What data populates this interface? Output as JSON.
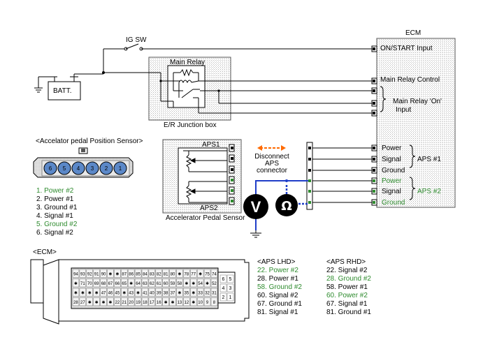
{
  "colors": {
    "green": "#2e8b2e",
    "blue": "#1f3ec8",
    "orange": "#ff6a00",
    "hatch": "#cfcfcf"
  },
  "labels": {
    "ig_sw": "IG SW",
    "batt": "BATT.",
    "main_relay": "Main Relay",
    "junction_box": "E/R Junction box",
    "ecm": "ECM",
    "aps_sensor_title": "<Accelator pedal Position Sensor>",
    "aps1": "APS1",
    "aps2": "APS2",
    "pedal_sensor": "Accelerator Pedal Sensor",
    "disconnect": [
      "Disconnect",
      "APS",
      "connector"
    ],
    "volt_symbol": "V",
    "ohm_symbol": "Ω",
    "ecm_header": "<ECM>"
  },
  "ecm_inputs": {
    "on_start": "ON/START Input",
    "relay_control": "Main Relay Control",
    "relay_on": [
      "Main Relay 'On'",
      "Input"
    ],
    "aps_pins": [
      "Power",
      "Signal",
      "Ground",
      "Power",
      "Signal",
      "Ground"
    ],
    "aps1": "APS #1",
    "aps2": "APS #2"
  },
  "connector_pins": [
    "6",
    "5",
    "4",
    "3",
    "2",
    "1"
  ],
  "sensor_pinout": [
    {
      "text": "1. Power #2",
      "green": true
    },
    {
      "text": "2. Power #1",
      "green": false
    },
    {
      "text": "3. Ground #1",
      "green": false
    },
    {
      "text": "4. Signal #1",
      "green": false
    },
    {
      "text": "5. Ground #2",
      "green": true
    },
    {
      "text": "6. Signal #2",
      "green": false
    }
  ],
  "ecm_pin_rows": [
    [
      "94",
      "93",
      "92",
      "91",
      "90",
      "✱",
      "✱",
      "87",
      "86",
      "85",
      "84",
      "83",
      "82",
      "81",
      "80",
      "✱",
      "78",
      "77",
      "✱",
      "75",
      "74"
    ],
    [
      "✱",
      "71",
      "70",
      "69",
      "68",
      "67",
      "66",
      "65",
      "✱",
      "64",
      "63",
      "62",
      "61",
      "60",
      "59",
      "58",
      "✱",
      "✱",
      "54",
      "✱",
      "52"
    ],
    [
      "✱",
      "✱",
      "✱",
      "✱",
      "47",
      "46",
      "45",
      "✱",
      "43",
      "✱",
      "41",
      "40",
      "39",
      "38",
      "37",
      "✱",
      "35",
      "✱",
      "33",
      "32",
      "31"
    ],
    [
      "28",
      "27",
      "✱",
      "✱",
      "✱",
      "✱",
      "22",
      "21",
      "20",
      "19",
      "18",
      "17",
      "16",
      "✱",
      "✱",
      "13",
      "12",
      "✱",
      "10",
      "9",
      "8"
    ]
  ],
  "ecm_side_pins": [
    [
      "6",
      "5"
    ],
    [
      "4",
      "3"
    ],
    [
      "2",
      "1"
    ]
  ],
  "aps_lhd": {
    "header": "<APS LHD>",
    "items": [
      {
        "text": "22. Power #2",
        "green": true
      },
      {
        "text": "28. Power #1",
        "green": false
      },
      {
        "text": "58. Ground #2",
        "green": true
      },
      {
        "text": "60. Signal #2",
        "green": false
      },
      {
        "text": "67. Ground #1",
        "green": false
      },
      {
        "text": "81. Signal #1",
        "green": false
      }
    ]
  },
  "aps_rhd": {
    "header": "<APS RHD>",
    "items": [
      {
        "text": "22. Signal #2",
        "green": false
      },
      {
        "text": "28. Ground #2",
        "green": true
      },
      {
        "text": "58. Power #1",
        "green": false
      },
      {
        "text": "60. Power #2",
        "green": true
      },
      {
        "text": "67. Signal #1",
        "green": false
      },
      {
        "text": "81. Ground #1",
        "green": false
      }
    ]
  }
}
